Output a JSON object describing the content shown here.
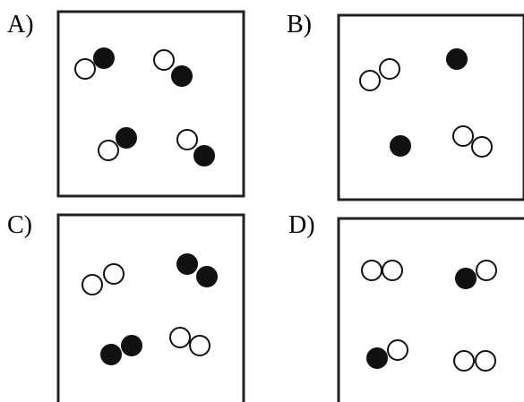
{
  "options": [
    {
      "label": "A)",
      "particles": [
        [
          "open",
          "filled"
        ],
        [
          "open",
          "filled"
        ],
        [
          "open",
          "filled"
        ],
        [
          "open",
          "filled"
        ]
      ]
    },
    {
      "label": "B)",
      "particles": [
        [
          "open",
          "open"
        ],
        [
          "filled"
        ],
        [
          "filled"
        ],
        [
          "open",
          "open"
        ]
      ]
    },
    {
      "label": "C)",
      "particles": [
        [
          "open",
          "open"
        ],
        [
          "filled",
          "filled"
        ],
        [
          "filled",
          "filled"
        ],
        [
          "open",
          "open"
        ]
      ]
    },
    {
      "label": "D)",
      "particles": [
        [
          "open",
          "open"
        ],
        [
          "filled",
          "open"
        ],
        [
          "filled",
          "open"
        ],
        [
          "open",
          "open"
        ]
      ]
    }
  ],
  "colors": {
    "filled": "#111111",
    "open": "#ffffff",
    "stroke": "#111111",
    "box_border": "#222222"
  }
}
